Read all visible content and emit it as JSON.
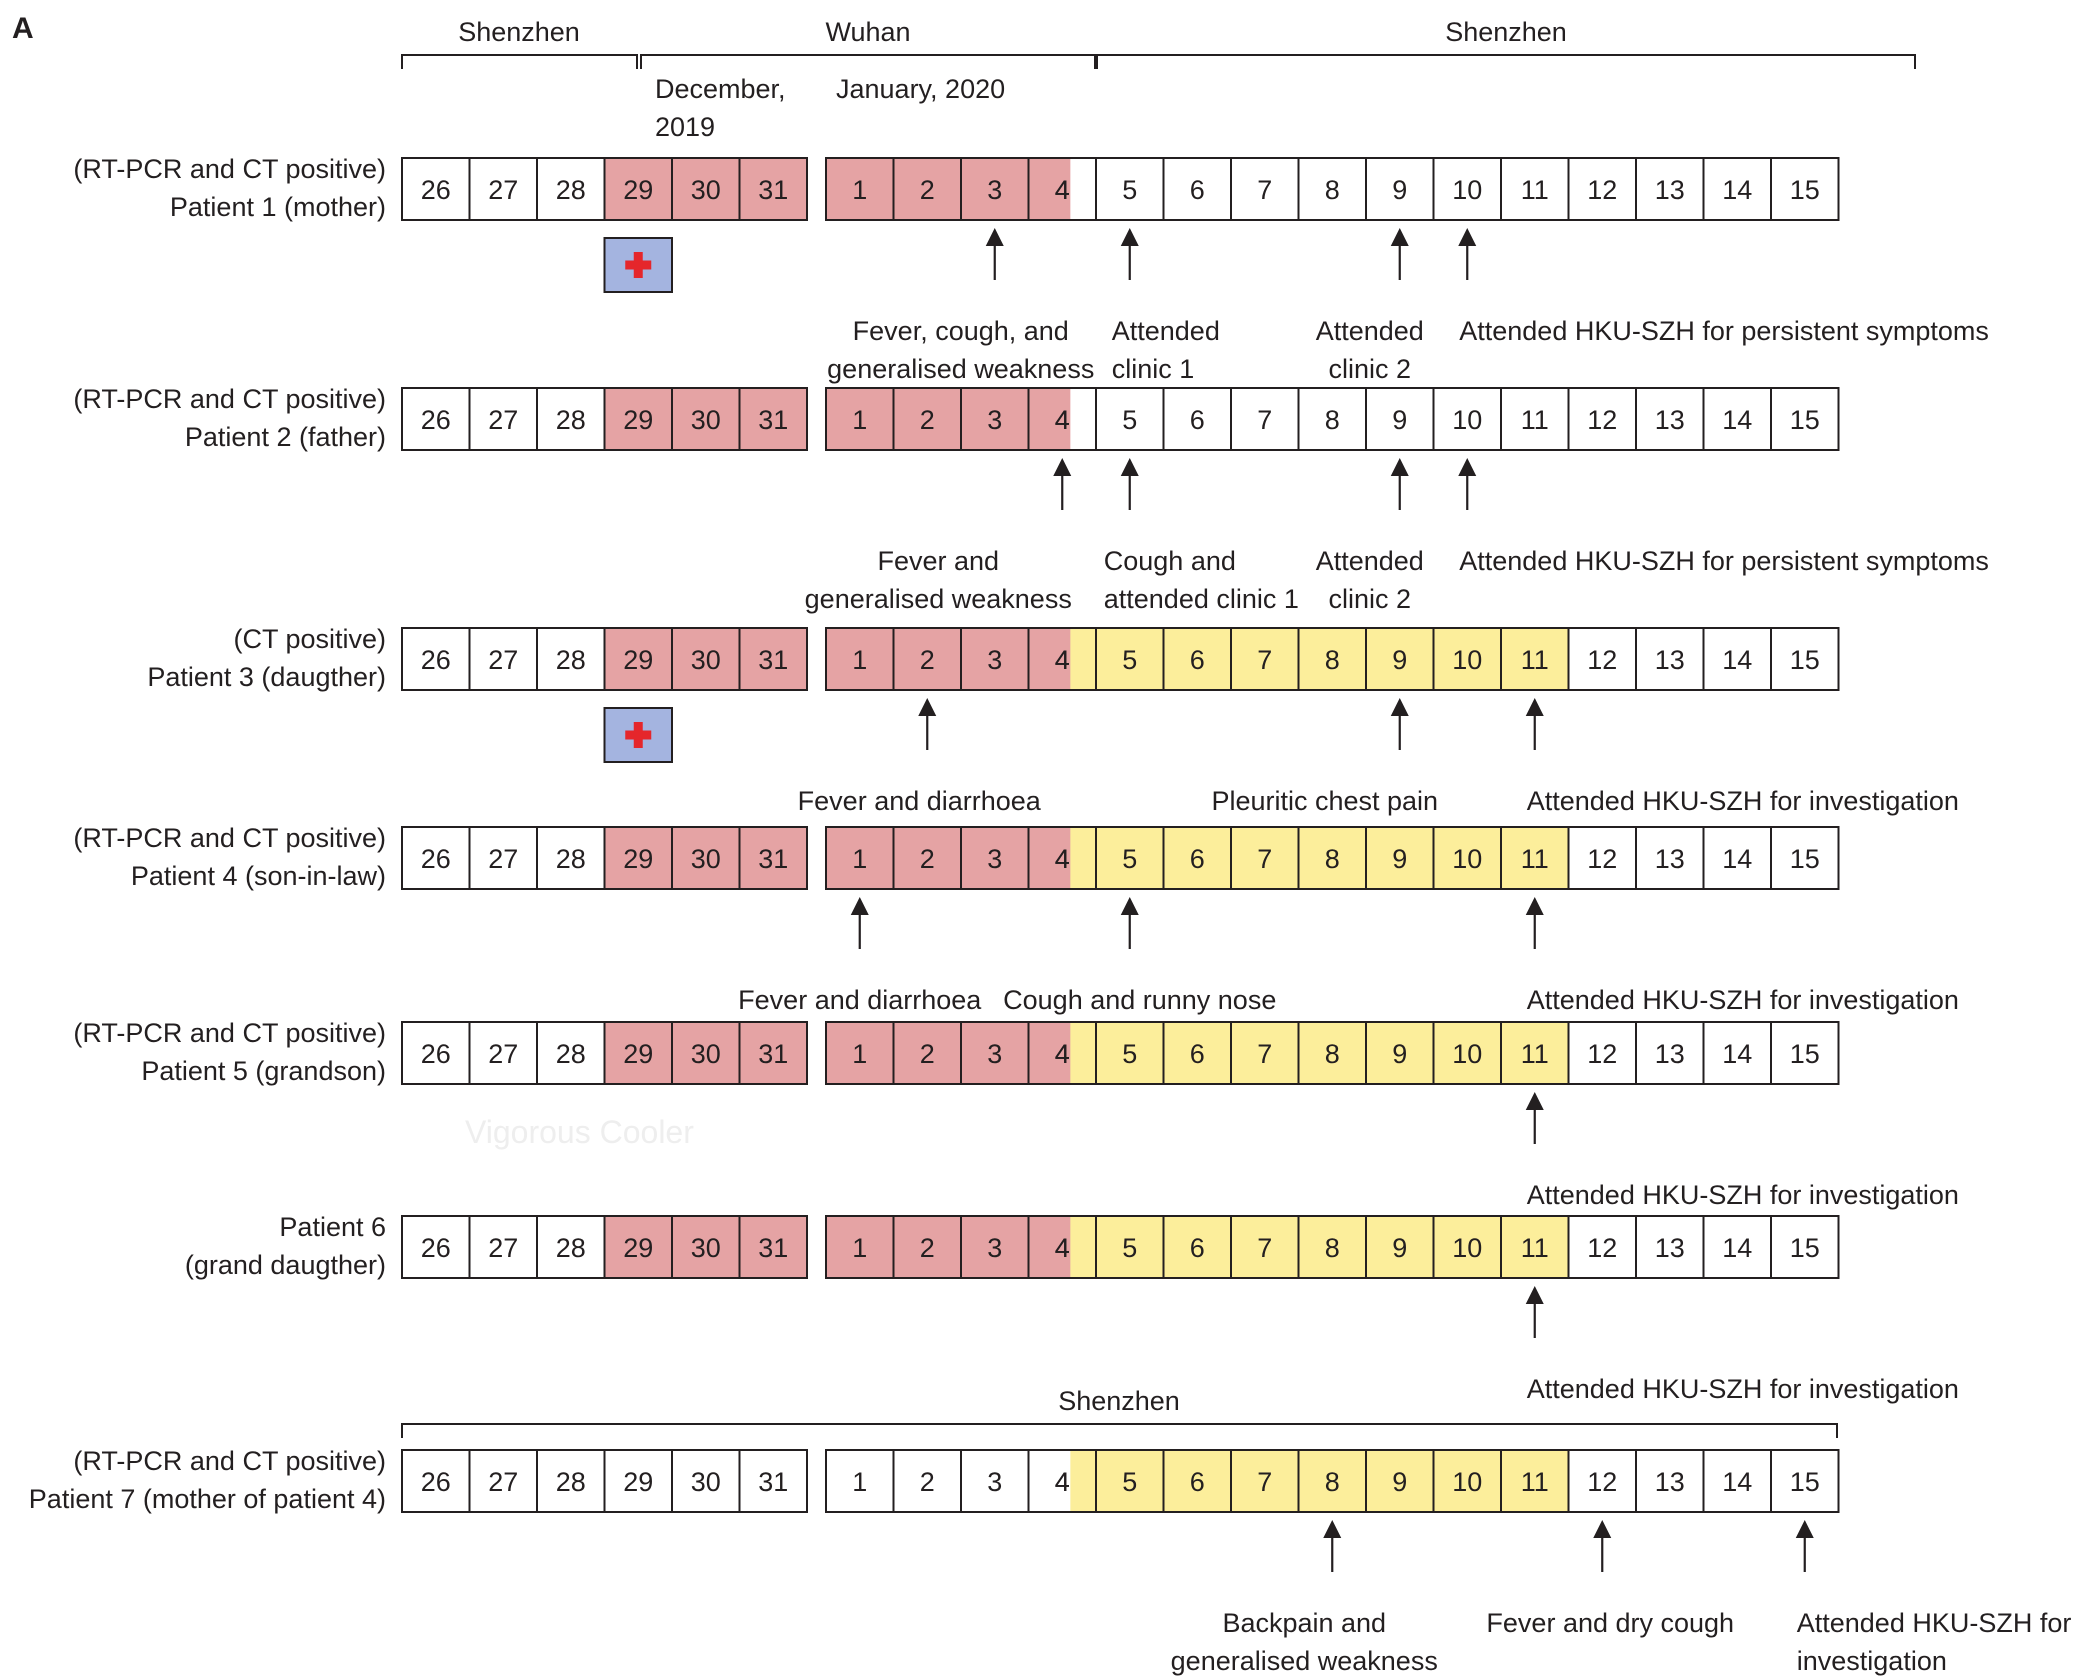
{
  "panel_label": "A",
  "watermark": "Vigorous Cooler",
  "colors": {
    "wuhan": "#e5a3a4",
    "symptomatic": "#fcee9b",
    "plain": "#ffffff",
    "hospital_bg": "#a4b4e0",
    "hospital_cross": "#e5262b",
    "ink": "#231f20"
  },
  "regions": [
    {
      "label": "Shenzhen"
    },
    {
      "label": "Wuhan"
    },
    {
      "label": "Shenzhen"
    }
  ],
  "bottom_region": {
    "label": "Shenzhen"
  },
  "months": {
    "december_line1": "December,",
    "december_line2": "2019",
    "january": "January, 2020"
  },
  "days": [
    "26",
    "27",
    "28",
    "29",
    "30",
    "31",
    "1",
    "2",
    "3",
    "4",
    "5",
    "6",
    "7",
    "8",
    "9",
    "10",
    "11",
    "12",
    "13",
    "14",
    "15"
  ],
  "patients": [
    {
      "label_line1": "(RT-PCR and CT positive)",
      "label_line2": "Patient 1 (mother)",
      "wuhan_days": [
        "29",
        "30",
        "31",
        "1",
        "2",
        "3",
        "4"
      ],
      "symptomatic_days": [],
      "hospital_icon": true,
      "events": [
        {
          "day": "3",
          "lines": [
            "Fever, cough, and",
            "generalised weakness"
          ]
        },
        {
          "day": "5",
          "lines": [
            "Attended",
            "clinic 1"
          ]
        },
        {
          "day": "9",
          "lines": [
            "Attended",
            "clinic 2"
          ]
        },
        {
          "day": "10",
          "lines": [
            "Attended HKU-SZH for persistent symptoms"
          ]
        }
      ]
    },
    {
      "label_line1": "(RT-PCR and CT positive)",
      "label_line2": "Patient 2 (father)",
      "wuhan_days": [
        "29",
        "30",
        "31",
        "1",
        "2",
        "3",
        "4"
      ],
      "symptomatic_days": [],
      "hospital_icon": false,
      "events": [
        {
          "day": "4",
          "lines": [
            "Fever and",
            "generalised weakness"
          ]
        },
        {
          "day": "5",
          "lines": [
            "Cough and",
            "attended  clinic 1"
          ]
        },
        {
          "day": "9",
          "lines": [
            "Attended",
            "clinic 2"
          ]
        },
        {
          "day": "10",
          "lines": [
            "Attended HKU-SZH for persistent symptoms"
          ]
        }
      ]
    },
    {
      "label_line1": "(CT positive)",
      "label_line2": "Patient 3 (daugther)",
      "wuhan_days": [
        "29",
        "30",
        "31",
        "1",
        "2",
        "3",
        "4"
      ],
      "symptomatic_days": [
        "5",
        "6",
        "7",
        "8",
        "9",
        "10",
        "11"
      ],
      "hospital_icon": true,
      "events": [
        {
          "day": "2",
          "lines": [
            "Fever and diarrhoea"
          ]
        },
        {
          "day": "9",
          "lines": [
            "Pleuritic chest pain"
          ]
        },
        {
          "day": "11",
          "lines": [
            "Attended HKU-SZH for investigation"
          ]
        }
      ]
    },
    {
      "label_line1": "(RT-PCR and CT positive)",
      "label_line2": "Patient 4 (son-in-law)",
      "wuhan_days": [
        "29",
        "30",
        "31",
        "1",
        "2",
        "3",
        "4"
      ],
      "symptomatic_days": [
        "5",
        "6",
        "7",
        "8",
        "9",
        "10",
        "11"
      ],
      "hospital_icon": false,
      "events": [
        {
          "day": "1",
          "lines": [
            "Fever and diarrhoea"
          ]
        },
        {
          "day": "5",
          "lines": [
            "Cough and runny nose"
          ]
        },
        {
          "day": "11",
          "lines": [
            "Attended HKU-SZH for investigation"
          ]
        }
      ]
    },
    {
      "label_line1": "(RT-PCR and CT positive)",
      "label_line2": "Patient 5 (grandson)",
      "wuhan_days": [
        "29",
        "30",
        "31",
        "1",
        "2",
        "3",
        "4"
      ],
      "symptomatic_days": [
        "5",
        "6",
        "7",
        "8",
        "9",
        "10",
        "11"
      ],
      "hospital_icon": false,
      "events": [
        {
          "day": "11",
          "lines": [
            "Attended HKU-SZH for investigation"
          ]
        }
      ]
    },
    {
      "label_line1": "Patient 6",
      "label_line2": "(grand daugther)",
      "wuhan_days": [
        "29",
        "30",
        "31",
        "1",
        "2",
        "3",
        "4"
      ],
      "symptomatic_days": [
        "5",
        "6",
        "7",
        "8",
        "9",
        "10",
        "11"
      ],
      "hospital_icon": false,
      "events": [
        {
          "day": "11",
          "lines": [
            "Attended HKU-SZH for investigation"
          ]
        }
      ]
    },
    {
      "label_line1": "(RT-PCR and CT positive)",
      "label_line2": "Patient 7 (mother of patient 4)",
      "wuhan_days": [],
      "symptomatic_days": [
        "5",
        "6",
        "7",
        "8",
        "9",
        "10",
        "11"
      ],
      "hospital_icon": false,
      "events": [
        {
          "day": "8",
          "lines": [
            "Backpain and",
            "generalised weakness"
          ]
        },
        {
          "day": "12",
          "lines": [
            "Fever and dry cough"
          ]
        },
        {
          "day": "15",
          "lines": [
            "Attended HKU-SZH for",
            "investigation"
          ]
        }
      ]
    }
  ]
}
